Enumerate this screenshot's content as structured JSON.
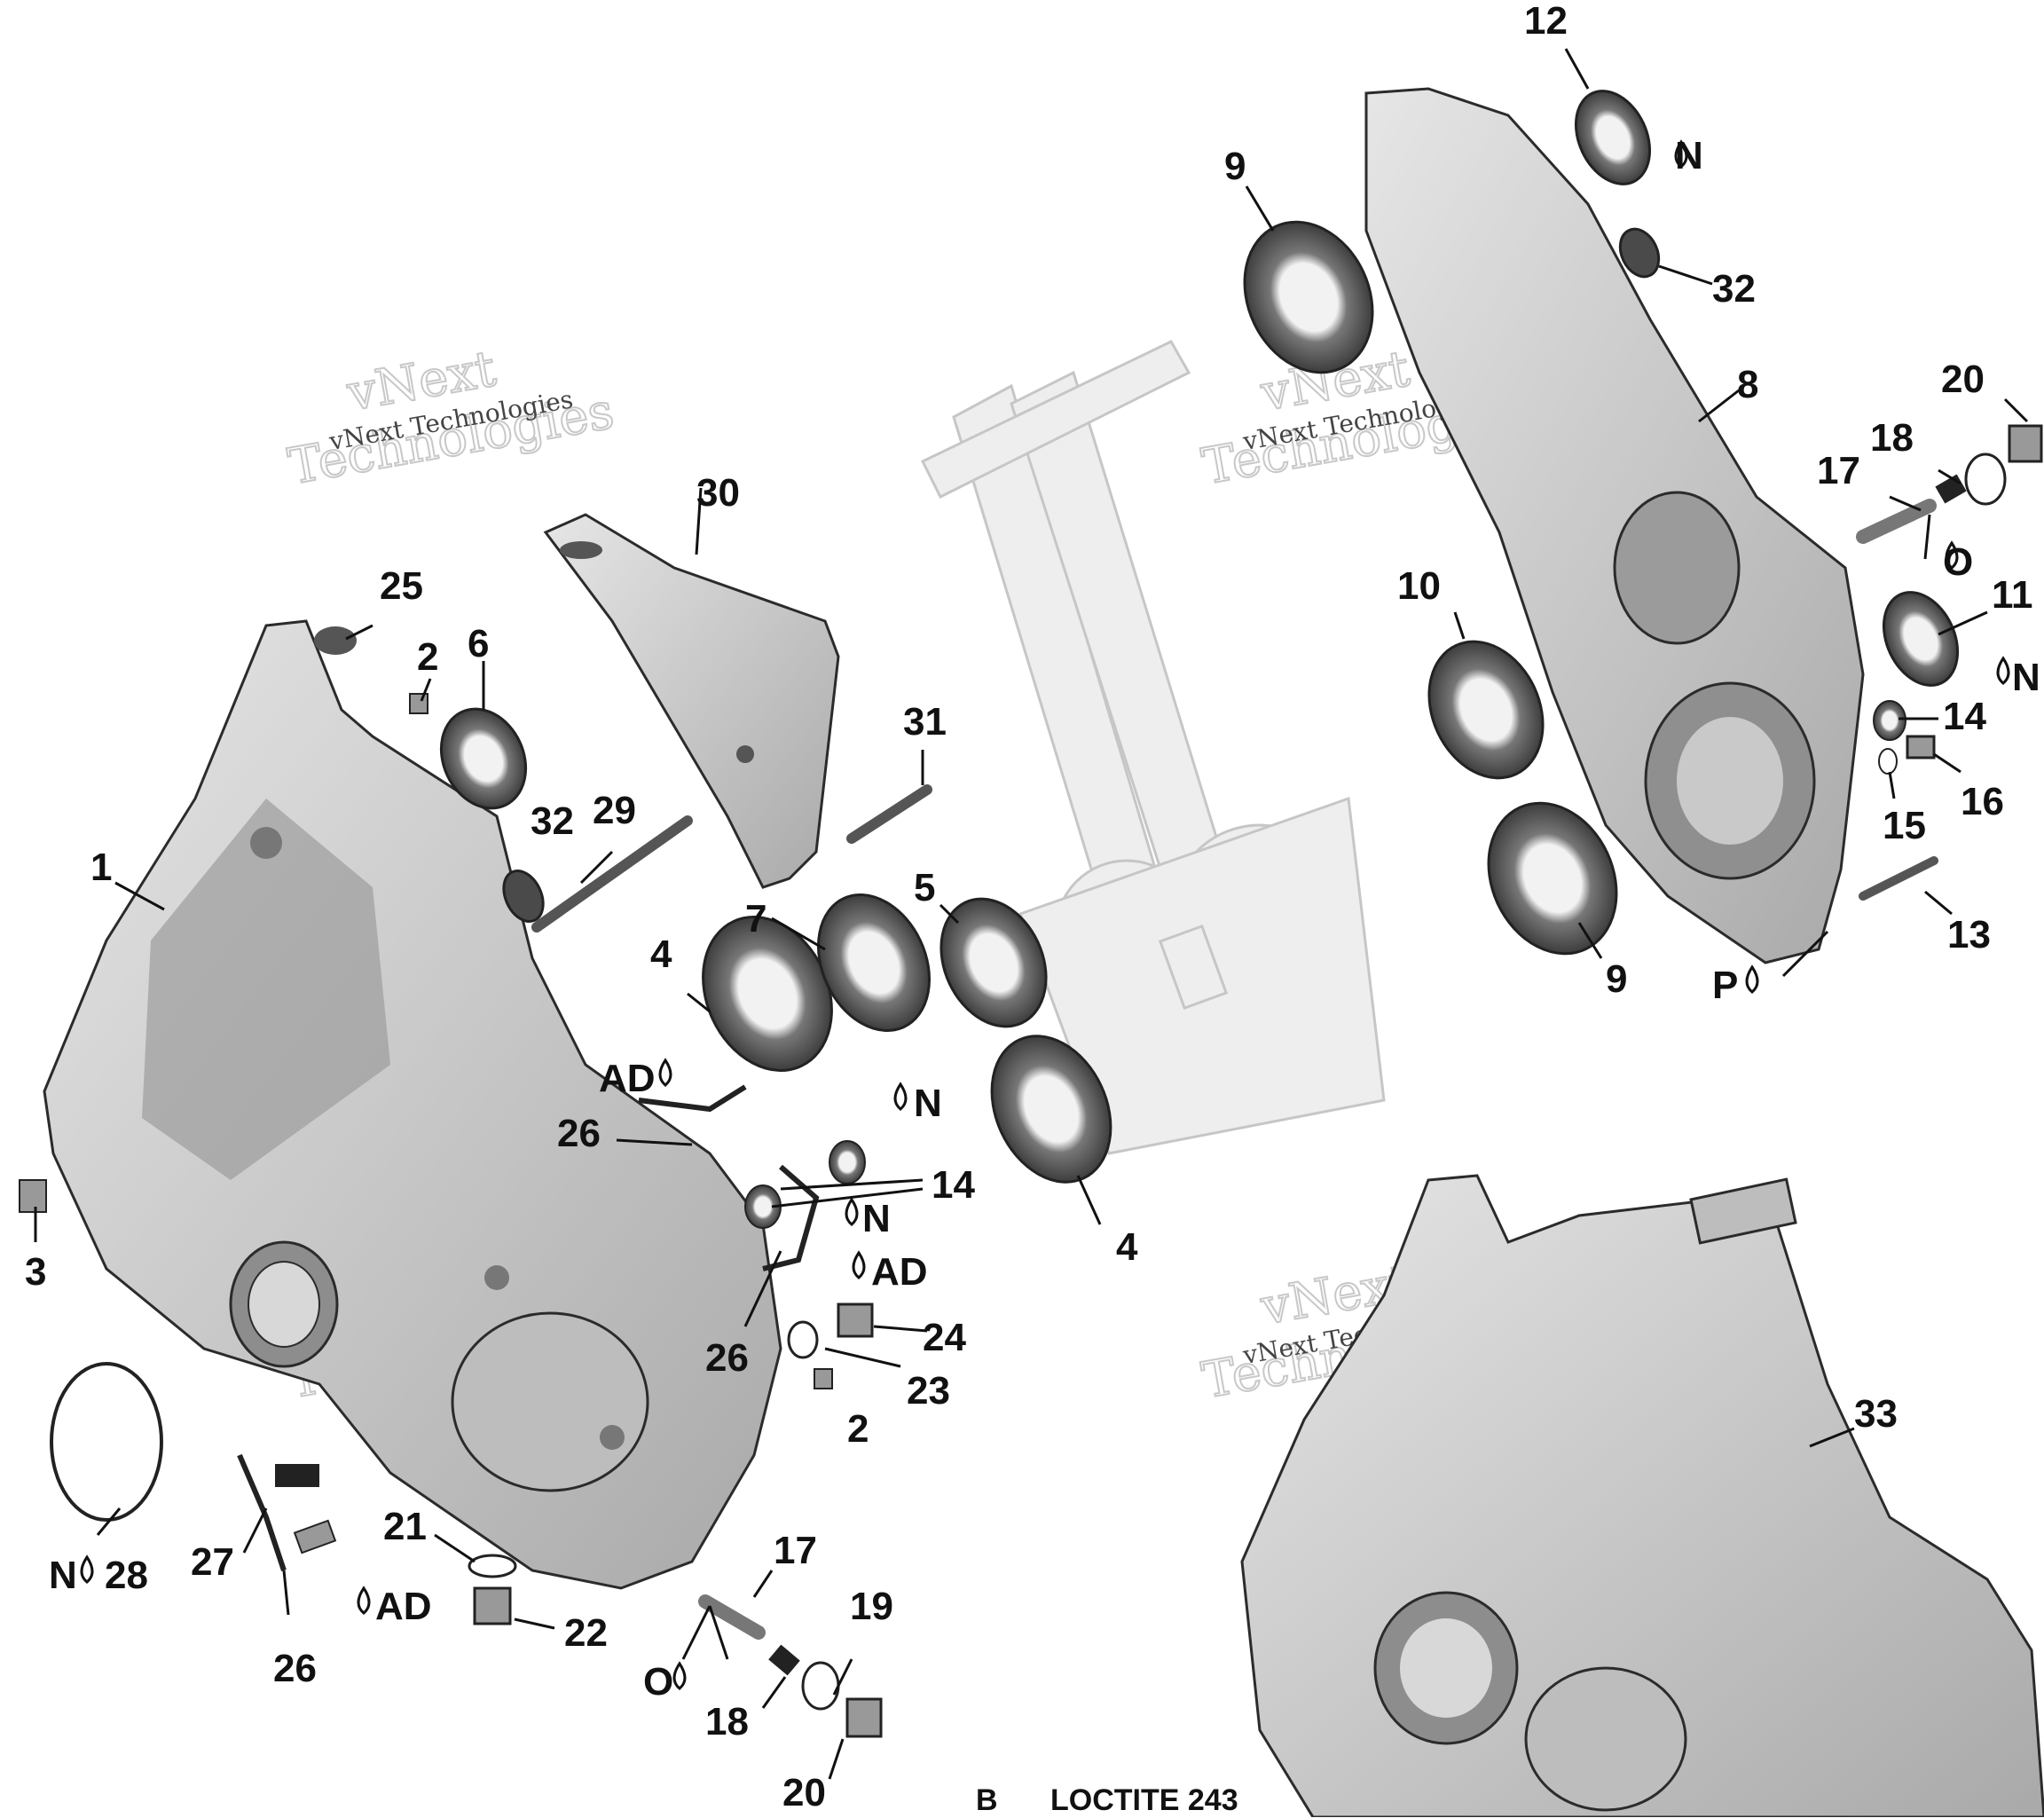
{
  "diagram": {
    "callouts": [
      "1",
      "2",
      "3",
      "4",
      "5",
      "6",
      "7",
      "8",
      "9",
      "10",
      "11",
      "12",
      "13",
      "14",
      "15",
      "16",
      "17",
      "18",
      "19",
      "20",
      "21",
      "22",
      "23",
      "24",
      "25",
      "26",
      "27",
      "28",
      "29",
      "30",
      "31",
      "32",
      "33"
    ],
    "codes": {
      "N": "N",
      "O": "O",
      "AD": "AD",
      "P": "P"
    },
    "watermark": {
      "big_1": "vNext",
      "big_2": "Technologies",
      "small": "vNext Technologies"
    },
    "footer": {
      "code": "B",
      "product": "LOCTITE 243"
    },
    "colors": {
      "part_fill": "#cfcfcf",
      "part_shadow": "#8a8a8a",
      "bearing_dark": "#5a5a5a",
      "ghost": "#ececec"
    }
  }
}
